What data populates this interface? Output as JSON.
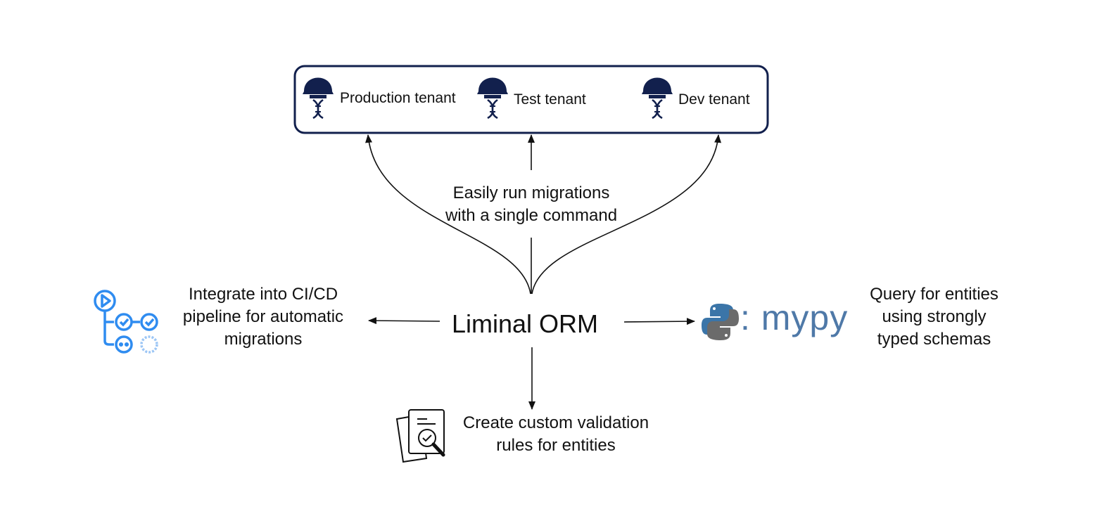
{
  "colors": {
    "tenant_icon": "#12204d",
    "box_stroke": "#12204d",
    "github_actions_blue": "#2f8cf0",
    "github_actions_light": "#9cc6f5",
    "python_blue": "#3b75a8",
    "python_gray": "#6b6b6b",
    "mypy_blue": "#4f79a8",
    "arrow": "#111111"
  },
  "tenants": [
    {
      "label": "Production tenant",
      "icon": "dna-helmet-icon"
    },
    {
      "label": "Test tenant",
      "icon": "dna-helmet-icon"
    },
    {
      "label": "Dev tenant",
      "icon": "dna-helmet-icon"
    }
  ],
  "center": {
    "label": "Liminal ORM"
  },
  "migrations": {
    "line1": "Easily run migrations",
    "line2": "with a single command"
  },
  "cicd": {
    "icon": "github-actions-icon",
    "line1": "Integrate into CI/CD",
    "line2": "pipeline for automatic",
    "line3": "migrations"
  },
  "query": {
    "python_icon": "python-logo-icon",
    "mypy_text": ": mypy",
    "line1": "Query for entities",
    "line2": "using strongly",
    "line3": "typed schemas"
  },
  "validation": {
    "icon": "document-check-icon",
    "line1": "Create custom validation",
    "line2": "rules for entities"
  }
}
